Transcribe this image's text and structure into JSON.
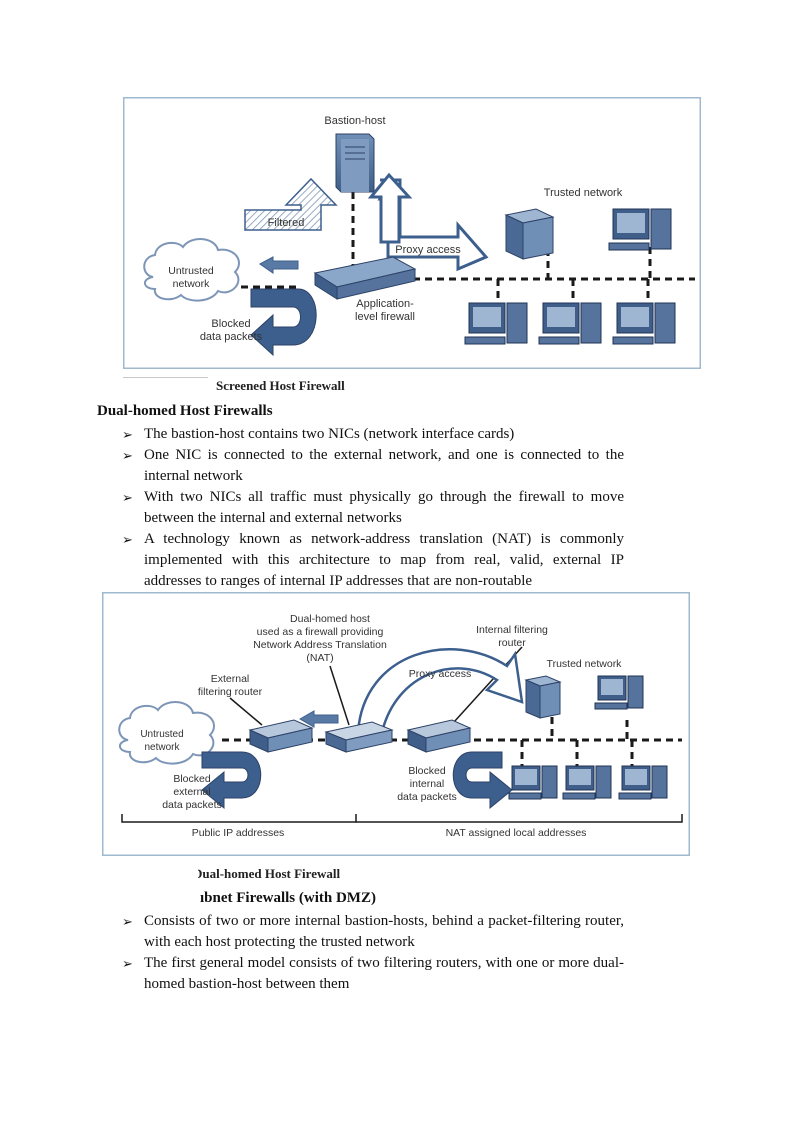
{
  "figure1": {
    "caption": "Screened Host Firewall",
    "labels": {
      "bastion": "Bastion-host",
      "filtered": "Filtered",
      "proxy": "Proxy access",
      "trusted": "Trusted network",
      "untrusted_1": "Untrusted",
      "untrusted_2": "network",
      "appfw_1": "Application-",
      "appfw_2": "level firewall",
      "blocked_1": "Blocked",
      "blocked_2": "data packets"
    }
  },
  "section1": {
    "heading": "Dual-homed Host Firewalls",
    "bullets": [
      "The bastion-host contains two NICs (network interface cards)",
      "One NIC is connected to the external network, and one is connected to the internal network",
      "With two NICs all traffic must physically go through the firewall to move between the internal and external networks",
      "A technology known as network-address translation (NAT) is commonly implemented with this architecture to map from real, valid, external IP addresses to ranges of internal IP addresses that are non-routable"
    ]
  },
  "figure2": {
    "caption": "Dual-homed Host Firewall",
    "labels": {
      "dh_1": "Dual-homed host",
      "dh_2": "used as a firewall providing",
      "dh_3": "Network Address Translation",
      "dh_4": "(NAT)",
      "internal_1": "Internal filtering",
      "internal_2": "router",
      "proxy": "Proxy access",
      "trusted": "Trusted network",
      "external_1": "External",
      "external_2": "filtering router",
      "untrusted_1": "Untrusted",
      "untrusted_2": "network",
      "blocked_ext_1": "Blocked",
      "blocked_ext_2": "external",
      "blocked_ext_3": "data packets",
      "blocked_int_1": "Blocked",
      "blocked_int_2": "internal",
      "blocked_int_3": "data packets",
      "public": "Public IP addresses",
      "nat": "NAT assigned local addresses"
    }
  },
  "section2": {
    "heading": "ıbnet Firewalls (with DMZ)",
    "bullets": [
      "Consists of two or more internal bastion-hosts, behind a packet-filtering router, with each host protecting the trusted network",
      "The first general model consists of two filtering routers, with one or more dual-homed bastion-host between them"
    ]
  },
  "colors": {
    "arrow": "#3d5f8e",
    "frame": "#9fb9cf",
    "device": "#55739c"
  }
}
